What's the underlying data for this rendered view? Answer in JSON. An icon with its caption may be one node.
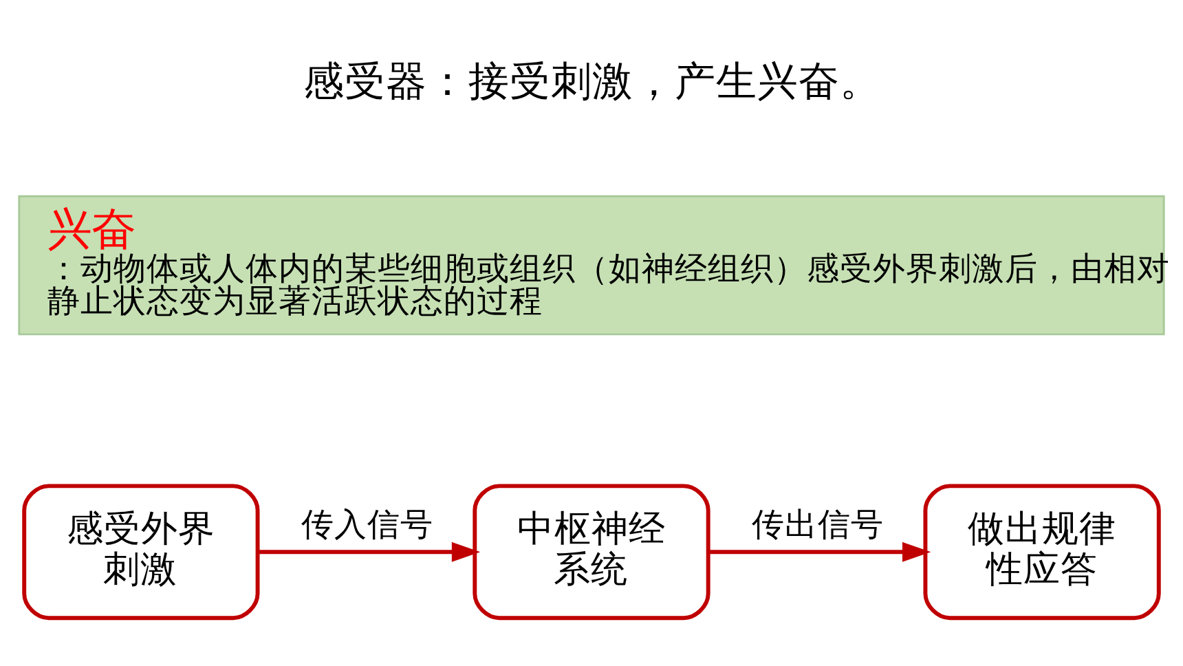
{
  "diagram": {
    "nodes": [
      {
        "text": [
          "兴奋",
          "：动物体或人体内的某些细胞或组织（如神经组织）感受外界刺激后，由相对静止状态变为显著活跃状态的过程"
        ]
      },
      {
        "text": [
          "感受外界刺激"
        ]
      },
      {
        "text": [
          "中枢神经系统"
        ]
      },
      {
        "text": [
          "做出规律性应答"
        ]
      }
    ],
    "edges": [
      {
        "from": 1,
        "to": 2,
        "arrow": "to",
        "label": "传入信号"
      },
      {
        "from": 2,
        "to": 3,
        "arrow": "to",
        "label": "传出信号"
      }
    ],
    "labels": [
      "感受器：接受刺激，产生兴奋。"
    ]
  }
}
